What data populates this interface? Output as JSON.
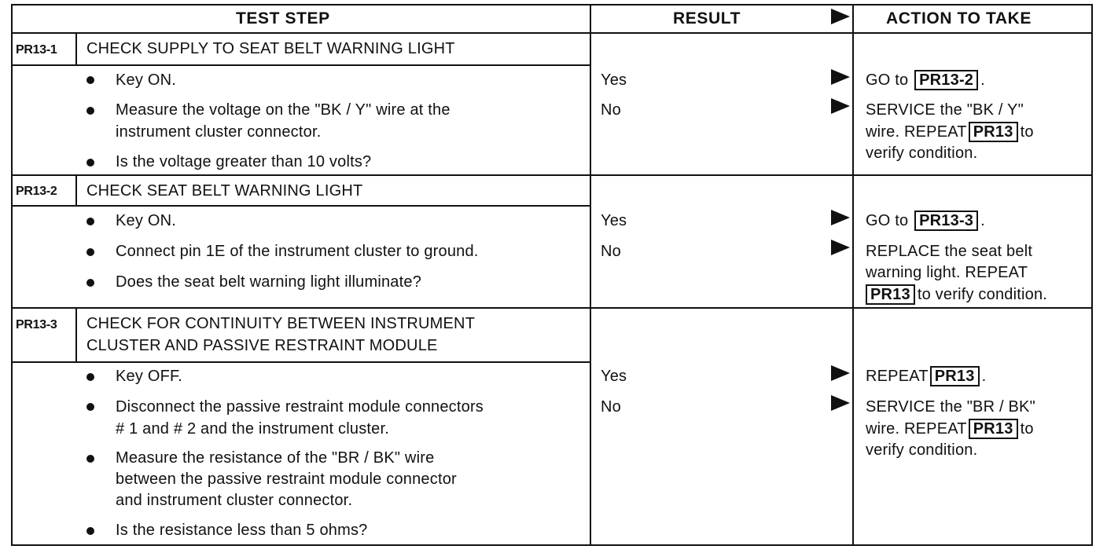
{
  "header": {
    "test_step": "TEST STEP",
    "result": "RESULT",
    "action": "ACTION TO TAKE"
  },
  "steps": [
    {
      "id": "PR13-1",
      "title_lines": [
        "CHECK SUPPLY TO SEAT BELT WARNING LIGHT"
      ],
      "bullets": [
        [
          "Key ON."
        ],
        [
          "Measure the voltage on the \"BK / Y\" wire at the",
          "instrument cluster connector."
        ],
        [
          "Is the voltage greater than 10 volts?"
        ]
      ],
      "results": [
        {
          "label": "Yes",
          "action_lines": [
            [
              "GO to ",
              {
                "ref": "PR13-2"
              },
              "."
            ]
          ]
        },
        {
          "label": "No",
          "action_lines": [
            [
              "SERVICE the \"BK / Y\""
            ],
            [
              "wire. REPEAT",
              {
                "ref": "PR13"
              },
              "to"
            ],
            [
              "verify condition."
            ]
          ]
        }
      ]
    },
    {
      "id": "PR13-2",
      "title_lines": [
        "CHECK SEAT BELT WARNING LIGHT"
      ],
      "bullets": [
        [
          "Key ON."
        ],
        [
          "Connect pin 1E of the instrument cluster to ground."
        ],
        [
          "Does the seat belt warning light illuminate?"
        ]
      ],
      "results": [
        {
          "label": "Yes",
          "action_lines": [
            [
              "GO to ",
              {
                "ref": "PR13-3"
              },
              "."
            ]
          ]
        },
        {
          "label": "No",
          "action_lines": [
            [
              "REPLACE the seat belt"
            ],
            [
              "warning light. REPEAT"
            ],
            [
              {
                "ref": "PR13"
              },
              "to verify condition."
            ]
          ]
        }
      ]
    },
    {
      "id": "PR13-3",
      "title_lines": [
        "CHECK FOR CONTINUITY BETWEEN INSTRUMENT",
        "CLUSTER AND PASSIVE RESTRAINT MODULE"
      ],
      "bullets": [
        [
          "Key OFF."
        ],
        [
          "Disconnect the passive restraint module connectors",
          "# 1 and # 2 and the instrument cluster."
        ],
        [
          "Measure the resistance of the \"BR / BK\" wire",
          "between the passive restraint module connector",
          "and instrument cluster connector."
        ],
        [
          "Is the resistance less than 5 ohms?"
        ]
      ],
      "results": [
        {
          "label": "Yes",
          "action_lines": [
            [
              "REPEAT",
              {
                "ref": "PR13"
              },
              "."
            ]
          ]
        },
        {
          "label": "No",
          "action_lines": [
            [
              "SERVICE the \"BR / BK\""
            ],
            [
              "wire. REPEAT",
              {
                "ref": "PR13"
              },
              "to"
            ],
            [
              "verify condition."
            ]
          ]
        }
      ]
    }
  ]
}
